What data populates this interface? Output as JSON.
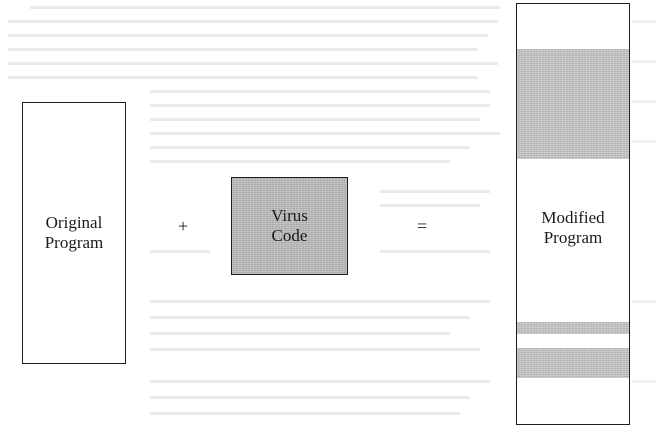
{
  "diagram": {
    "original_program": {
      "label": "Original\nProgram"
    },
    "plus_sign": "+",
    "virus_code": {
      "label": "Virus\nCode"
    },
    "equals_sign": "=",
    "modified_program": {
      "label": "Modified\nProgram"
    }
  }
}
